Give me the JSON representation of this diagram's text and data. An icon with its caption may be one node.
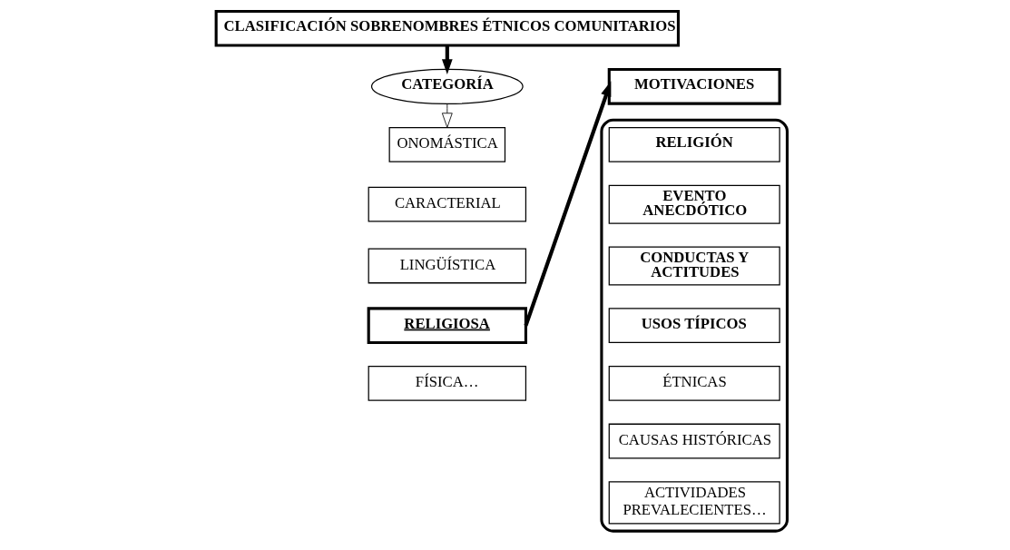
{
  "diagram": {
    "nodes": [
      {
        "text": [
          "CLASIFICACIÓN SOBRENOMBRES ÉTNICOS COMUNITARIOS"
        ]
      },
      {
        "text": [
          "CATEGORÍA"
        ]
      },
      {
        "text": [
          "ONOMÁSTICA"
        ]
      },
      {
        "text": [
          "CARACTERIAL"
        ]
      },
      {
        "text": [
          "LINGÜÍSTICA"
        ]
      },
      {
        "text": [
          "RELIGIOSA"
        ]
      },
      {
        "text": [
          "FÍSICA…"
        ]
      },
      {
        "text": [
          "MOTIVACIONES"
        ]
      },
      {
        "text": [],
        "shape": "box"
      },
      {
        "text": [
          "RELIGIÓN"
        ],
        "in": 8
      },
      {
        "text": [
          "EVENTO ANECDÓTICO"
        ],
        "in": 8
      },
      {
        "text": [
          "CONDUCTAS Y ACTITUDES"
        ],
        "in": 8
      },
      {
        "text": [
          "USOS TÍPICOS"
        ],
        "in": 8
      },
      {
        "text": [
          "ÉTNICAS"
        ],
        "in": 8
      },
      {
        "text": [
          "CAUSAS HISTÓRICAS"
        ],
        "in": 8
      },
      {
        "text": [
          "ACTIVIDADES PREVALECIENTES…"
        ],
        "in": 8
      }
    ],
    "edges": [
      {
        "from": 0,
        "to": 1,
        "arrow": "to"
      },
      {
        "from": 1,
        "to": 2,
        "arrow": "to"
      },
      {
        "from": 5,
        "to": 7,
        "arrow": "to"
      }
    ]
  }
}
